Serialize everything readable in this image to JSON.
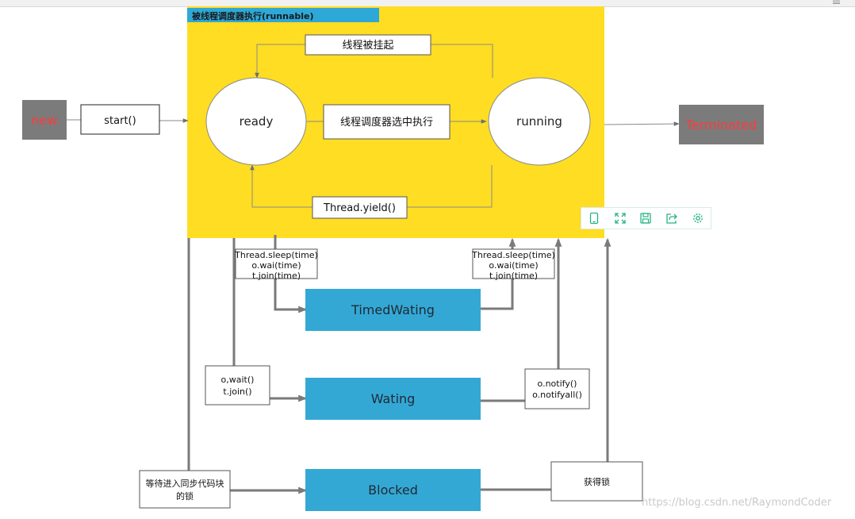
{
  "container": {
    "title": "被线程调度器执行(runnable)"
  },
  "states": {
    "new": "new",
    "ready": "ready",
    "running": "running",
    "terminated": "Terminated",
    "timed_waiting": "TimedWating",
    "waiting": "Wating",
    "blocked": "Blocked"
  },
  "transitions": {
    "start": "start()",
    "suspended": "线程被挂起",
    "scheduled": "线程调度器选中执行",
    "yield": "Thread.yield()",
    "enter_timed_waiting": [
      "Thread.sleep(time)",
      "o.wai(time)",
      "t.join(time)"
    ],
    "exit_timed_waiting": [
      "Thread.sleep(time)",
      "o.wai(time)",
      "t.join(time)"
    ],
    "enter_waiting": [
      "o,wait()",
      "t.join()"
    ],
    "notify": [
      "o.notify()",
      "o.notifyall()"
    ],
    "enter_blocked": [
      "等待进入同步代码块",
      "的锁"
    ],
    "acquire_lock": "获得锁"
  },
  "toolbar": [
    "mobile-icon",
    "fullscreen-icon",
    "save-icon",
    "share-icon",
    "settings-icon"
  ],
  "watermark": "https://blog.csdn.net/RaymondCoder",
  "colors": {
    "runnable": "#ffdd22",
    "runnable_title": "#2ea8d6",
    "state_fill": "#34a8d5",
    "gray_box": "#7b7b7b",
    "red_text": "#ff3b3b",
    "arrow": "#7a7a7a",
    "toolbar_icon": "#27b383"
  }
}
